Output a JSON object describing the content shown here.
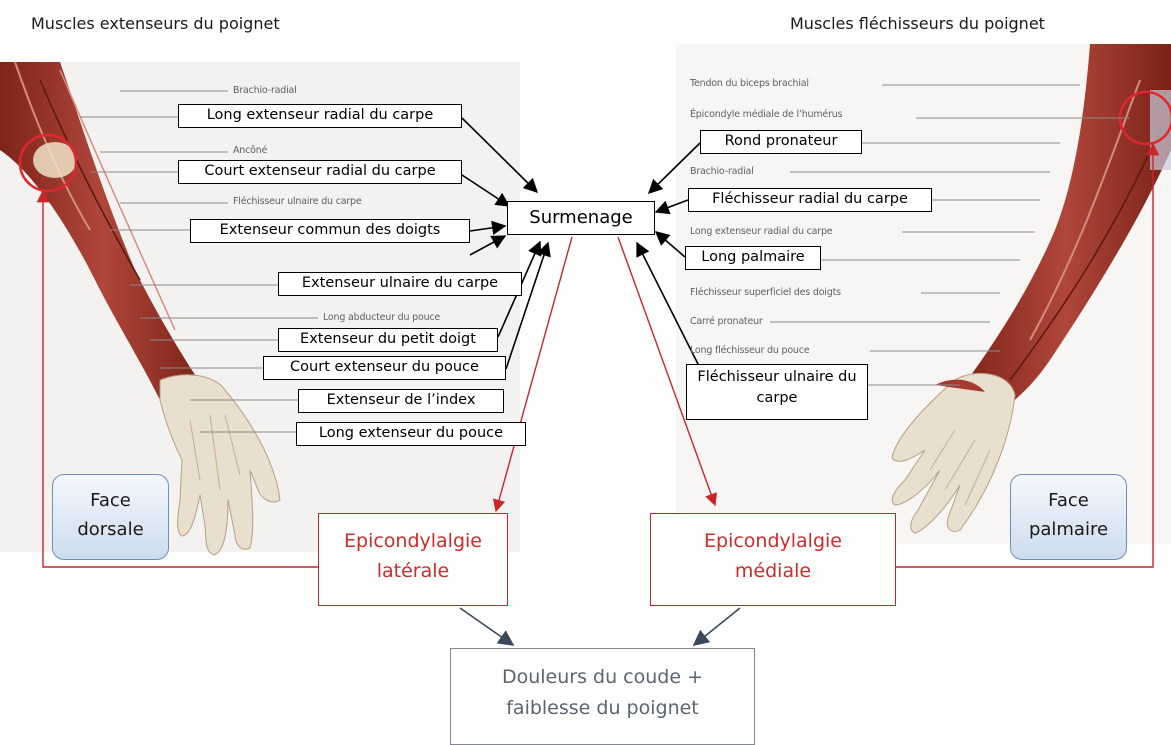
{
  "titles": {
    "left": "Muscles extenseurs du poignet",
    "right": "Muscles fléchisseurs du poignet"
  },
  "center": {
    "label": "Surmenage"
  },
  "extensor_boxes": [
    "Long extenseur radial du carpe",
    "Court extenseur radial du carpe",
    "Extenseur commun des doigts",
    "Extenseur ulnaire du carpe",
    "Extenseur du petit doigt",
    "Court extenseur du pouce",
    "Extenseur de l’index",
    "Long extenseur du pouce"
  ],
  "extensor_small_labels": [
    "Brachio-radial",
    "Ancôné",
    "Fléchisseur ulnaire du carpe",
    "Long abducteur du pouce"
  ],
  "flexor_boxes": [
    "Rond pronateur",
    "Fléchisseur radial du carpe",
    "Long palmaire",
    "Fléchisseur ulnaire du carpe"
  ],
  "flexor_small_labels": [
    "Tendon du biceps brachial",
    "Épicondyle médiale de l’humérus",
    "Brachio-radial",
    "Long extenseur radial du carpe",
    "Fléchisseur superficiel des doigts",
    "Carré pronateur",
    "Long fléchisseur du pouce"
  ],
  "conditions": {
    "lateral": {
      "line1": "Epicondylalgie",
      "line2": "latérale"
    },
    "medial": {
      "line1": "Epicondylalgie",
      "line2": "médiale"
    }
  },
  "faces": {
    "dorsal": {
      "line1": "Face",
      "line2": "dorsale"
    },
    "palmar": {
      "line1": "Face",
      "line2": "palmaire"
    }
  },
  "outcome": {
    "line1": "Douleurs du coude +",
    "line2": "faiblesse du poignet"
  },
  "colors": {
    "red": "#c9252c",
    "muscle": "#9c3327",
    "skin": "#e9dfcf",
    "arrow_dark": "#3b4a5a"
  }
}
